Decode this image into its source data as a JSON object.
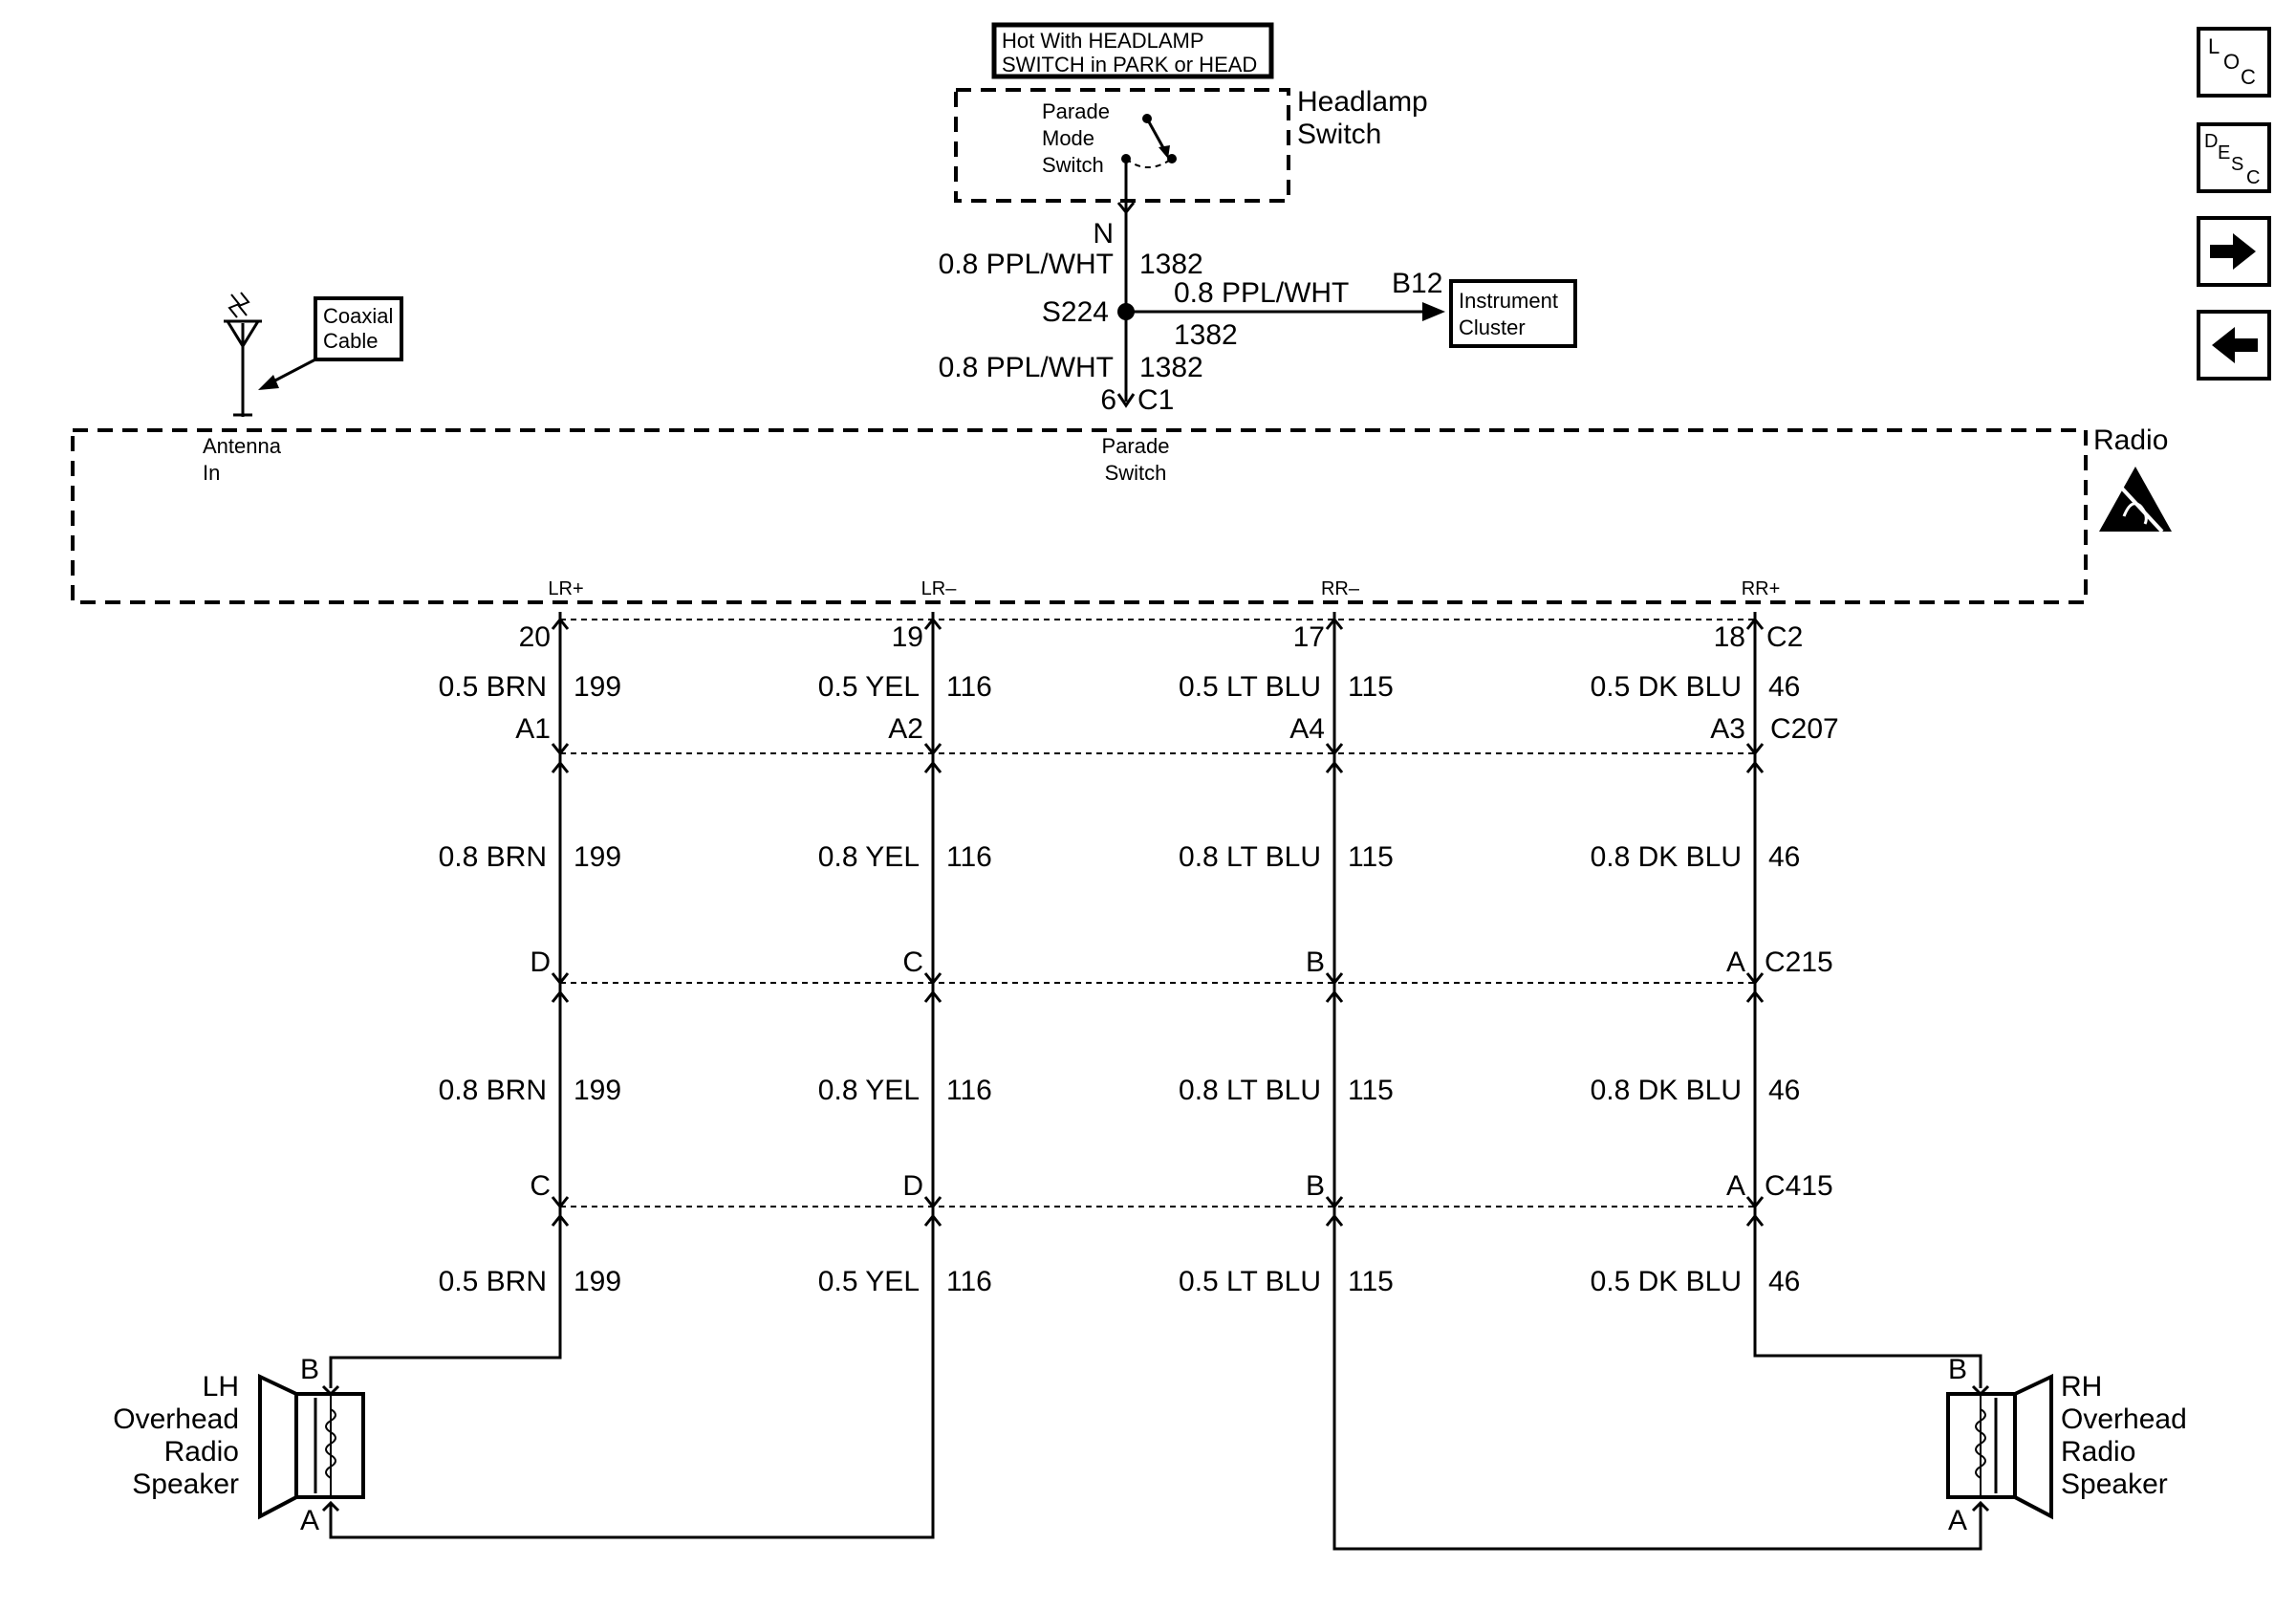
{
  "headlamp": {
    "hot_line1": "Hot With HEADLAMP",
    "hot_line2": "SWITCH in PARK or HEAD",
    "switch_line1": "Parade",
    "switch_line2": "Mode",
    "switch_line3": "Switch",
    "title_line1": "Headlamp",
    "title_line2": "Switch"
  },
  "feed": {
    "pin_n": "N",
    "wire1_label": "0.8 PPL/WHT",
    "wire1_circuit": "1382",
    "splice": "S224",
    "branch_label": "0.8 PPL/WHT",
    "branch_circuit": "1382",
    "branch_pin": "B12",
    "wire2_label": "0.8 PPL/WHT",
    "wire2_circuit": "1382",
    "pin_6": "6",
    "connector_c1": "C1"
  },
  "instrument_cluster": {
    "line1": "Instrument",
    "line2": "Cluster"
  },
  "antenna": {
    "coax_line1": "Coaxial",
    "coax_line2": "Cable",
    "label_line1": "Antenna",
    "label_line2": "In"
  },
  "radio": {
    "title": "Radio",
    "parade_line1": "Parade",
    "parade_line2": "Switch",
    "esd_icon": "esd-warning-icon"
  },
  "connectors": {
    "c2": "C2",
    "c207": "C207",
    "c215": "C215",
    "c415": "C415"
  },
  "channels": [
    {
      "terminal": "LR+",
      "pin_c2": "20",
      "seg1": {
        "label": "0.5 BRN",
        "circuit": "199"
      },
      "pin_c207": "A1",
      "seg2": {
        "label": "0.8 BRN",
        "circuit": "199"
      },
      "pin_c215": "D",
      "seg3": {
        "label": "0.8 BRN",
        "circuit": "199"
      },
      "pin_c415": "C",
      "seg4": {
        "label": "0.5 BRN",
        "circuit": "199"
      }
    },
    {
      "terminal": "LR–",
      "pin_c2": "19",
      "seg1": {
        "label": "0.5 YEL",
        "circuit": "116"
      },
      "pin_c207": "A2",
      "seg2": {
        "label": "0.8 YEL",
        "circuit": "116"
      },
      "pin_c215": "C",
      "seg3": {
        "label": "0.8 YEL",
        "circuit": "116"
      },
      "pin_c415": "D",
      "seg4": {
        "label": "0.5 YEL",
        "circuit": "116"
      }
    },
    {
      "terminal": "RR–",
      "pin_c2": "17",
      "seg1": {
        "label": "0.5 LT BLU",
        "circuit": "115"
      },
      "pin_c207": "A4",
      "seg2": {
        "label": "0.8 LT BLU",
        "circuit": "115"
      },
      "pin_c215": "B",
      "seg3": {
        "label": "0.8 LT BLU",
        "circuit": "115"
      },
      "pin_c415": "B",
      "seg4": {
        "label": "0.5 LT BLU",
        "circuit": "115"
      }
    },
    {
      "terminal": "RR+",
      "pin_c2": "18",
      "seg1": {
        "label": "0.5 DK BLU",
        "circuit": "46"
      },
      "pin_c207": "A3",
      "seg2": {
        "label": "0.8 DK BLU",
        "circuit": "46"
      },
      "pin_c215": "A",
      "seg3": {
        "label": "0.8 DK BLU",
        "circuit": "46"
      },
      "pin_c415": "A",
      "seg4": {
        "label": "0.5 DK BLU",
        "circuit": "46"
      }
    }
  ],
  "speakers": {
    "lh": {
      "line1": "LH",
      "line2": "Overhead",
      "line3": "Radio",
      "line4": "Speaker",
      "pin_b": "B",
      "pin_a": "A"
    },
    "rh": {
      "line1": "RH",
      "line2": "Overhead",
      "line3": "Radio",
      "line4": "Speaker",
      "pin_b": "B",
      "pin_a": "A"
    }
  },
  "nav": {
    "loc": {
      "l": "L",
      "o": "O",
      "c": "C"
    },
    "desc": {
      "d": "D",
      "e": "E",
      "s": "S",
      "c": "C"
    },
    "next_icon": "arrow-right-icon",
    "back_icon": "arrow-left-icon"
  }
}
